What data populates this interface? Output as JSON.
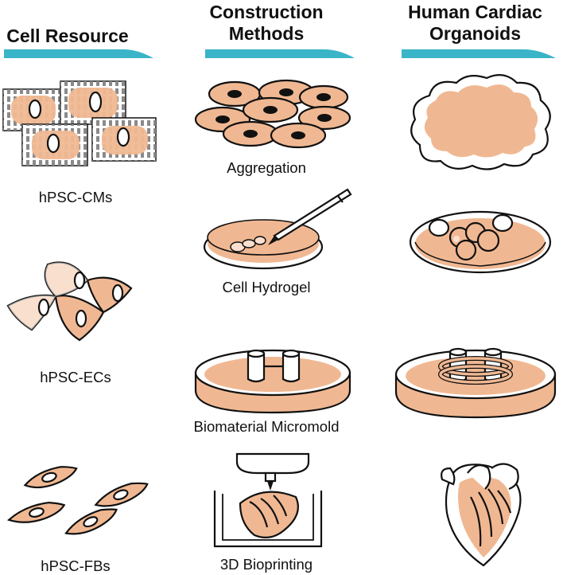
{
  "headers": {
    "col1": "Cell Resource",
    "col2_line1": "Construction",
    "col2_line2": "Methods",
    "col3_line1": "Human Cardiac",
    "col3_line2": "Organoids"
  },
  "cell_resources": [
    {
      "label": "hPSC-CMs"
    },
    {
      "label": "hPSC-ECs"
    },
    {
      "label": "hPSC-FBs"
    }
  ],
  "construction_methods": [
    {
      "label": "Aggregation"
    },
    {
      "label": "Cell Hydrogel"
    },
    {
      "label": "Biomaterial Micromold"
    },
    {
      "label": "3D Bioprinting"
    }
  ],
  "colors": {
    "accent_arrow": "#3ab4c8",
    "cell_fill": "#f0b892",
    "outline": "#111111",
    "stripe_gray": "#8a8a8a"
  }
}
